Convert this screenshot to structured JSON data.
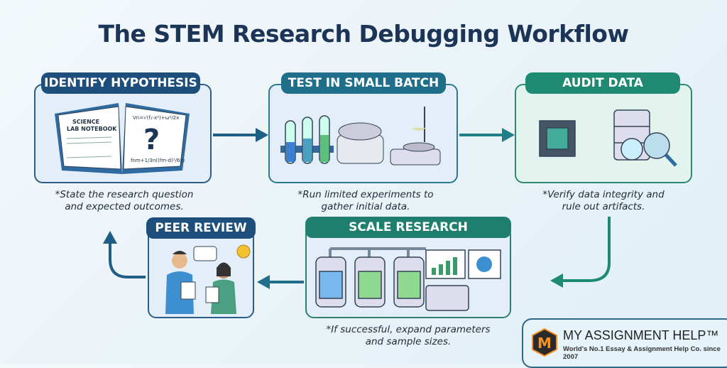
{
  "title": "The STEM Research Debugging Workflow",
  "steps": [
    {
      "label": "IDENTIFY HYPOTHESIS",
      "caption_l1": "*State the research question",
      "caption_l2": "and expected outcomes.",
      "notebook_title": "SCIENCE LAB NOTEBOOK",
      "color": "#1e4f7c"
    },
    {
      "label": "TEST IN SMALL BATCH",
      "caption_l1": "*Run limited experiments to",
      "caption_l2": "gather initial data.",
      "color": "#1f6f8b"
    },
    {
      "label": "AUDIT DATA",
      "caption_l1": "*Verify data integrity and",
      "caption_l2": "rule out artifacts.",
      "color": "#1f8a72"
    },
    {
      "label": "SCALE RESEARCH",
      "caption_l1": "*If successful, expand parameters",
      "caption_l2": "and sample sizes.",
      "color": "#1f7f6e"
    },
    {
      "label": "PEER REVIEW",
      "caption_l1": "",
      "caption_l2": "",
      "color": "#1e4f7c"
    }
  ],
  "brand": {
    "name": "MY ASSIGNMENT HELP™",
    "tagline": "World's No.1 Essay & Assignment Help Co. since 2007",
    "mark": "M"
  }
}
